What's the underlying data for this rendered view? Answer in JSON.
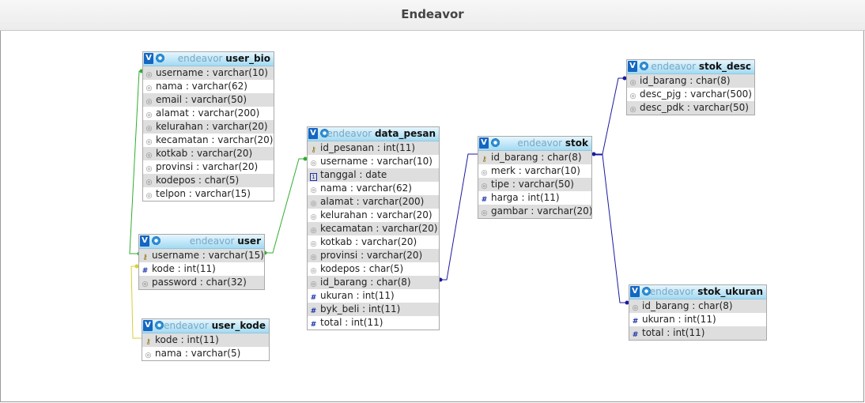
{
  "window_title": "Endeavor",
  "db_name": "endeavor",
  "tables": {
    "user_bio": {
      "name": "user_bio",
      "columns": [
        "username : varchar(10)",
        "nama : varchar(62)",
        "email : varchar(50)",
        "alamat : varchar(200)",
        "kelurahan : varchar(20)",
        "kecamatan : varchar(20)",
        "kotkab : varchar(20)",
        "provinsi : varchar(20)",
        "kodepos : char(5)",
        "telpon : varchar(15)"
      ],
      "icons": [
        "col-icon",
        "col-icon",
        "col-icon",
        "col-icon",
        "col-icon",
        "col-icon",
        "col-icon",
        "col-icon",
        "col-icon",
        "col-icon"
      ]
    },
    "user": {
      "name": "user",
      "columns": [
        "username : varchar(15)",
        "kode : int(11)",
        "password : char(32)"
      ],
      "icons": [
        "key-icon",
        "num-icon",
        "col-icon"
      ]
    },
    "user_kode": {
      "name": "user_kode",
      "columns": [
        "kode : int(11)",
        "nama : varchar(5)"
      ],
      "icons": [
        "key-icon",
        "col-icon"
      ]
    },
    "data_pesan": {
      "name": "data_pesan",
      "columns": [
        "id_pesanan : int(11)",
        "username : varchar(10)",
        "tanggal : date",
        "nama : varchar(62)",
        "alamat : varchar(200)",
        "kelurahan : varchar(20)",
        "kecamatan : varchar(20)",
        "kotkab : varchar(20)",
        "provinsi : varchar(20)",
        "kodepos : char(5)",
        "id_barang : char(8)",
        "ukuran : int(11)",
        "byk_beli : int(11)",
        "total : int(11)"
      ],
      "icons": [
        "key-icon",
        "col-icon",
        "date-icon",
        "col-icon",
        "col-icon",
        "col-icon",
        "col-icon",
        "col-icon",
        "col-icon",
        "col-icon",
        "col-icon",
        "num-icon",
        "num-icon",
        "num-icon"
      ]
    },
    "stok": {
      "name": "stok",
      "columns": [
        "id_barang : char(8)",
        "merk : varchar(10)",
        "tipe : varchar(50)",
        "harga : int(11)",
        "gambar : varchar(20)"
      ],
      "icons": [
        "key-icon",
        "col-icon",
        "col-icon",
        "num-icon",
        "col-icon"
      ]
    },
    "stok_desc": {
      "name": "stok_desc",
      "columns": [
        "id_barang : char(8)",
        "desc_pjg : varchar(500)",
        "desc_pdk : varchar(50)"
      ],
      "icons": [
        "col-icon",
        "col-icon",
        "col-icon"
      ]
    },
    "stok_ukuran": {
      "name": "stok_ukuran",
      "columns": [
        "id_barang : char(8)",
        "ukuran : int(11)",
        "total : int(11)"
      ],
      "icons": [
        "col-icon",
        "num-icon",
        "num-icon"
      ]
    }
  },
  "relations": [
    {
      "from": "user.username",
      "to": "user_bio.username",
      "color": "#2fae2f"
    },
    {
      "from": "user.username",
      "to": "data_pesan.username",
      "color": "#2fae2f"
    },
    {
      "from": "user.kode",
      "to": "user_kode.kode",
      "color": "#c9c200"
    },
    {
      "from": "stok.id_barang",
      "to": "data_pesan.id_barang",
      "color": "#1a1a9e"
    },
    {
      "from": "stok.id_barang",
      "to": "stok_desc.id_barang",
      "color": "#1a1a9e"
    },
    {
      "from": "stok.id_barang",
      "to": "stok_ukuran.id_barang",
      "color": "#1a1a9e"
    }
  ]
}
